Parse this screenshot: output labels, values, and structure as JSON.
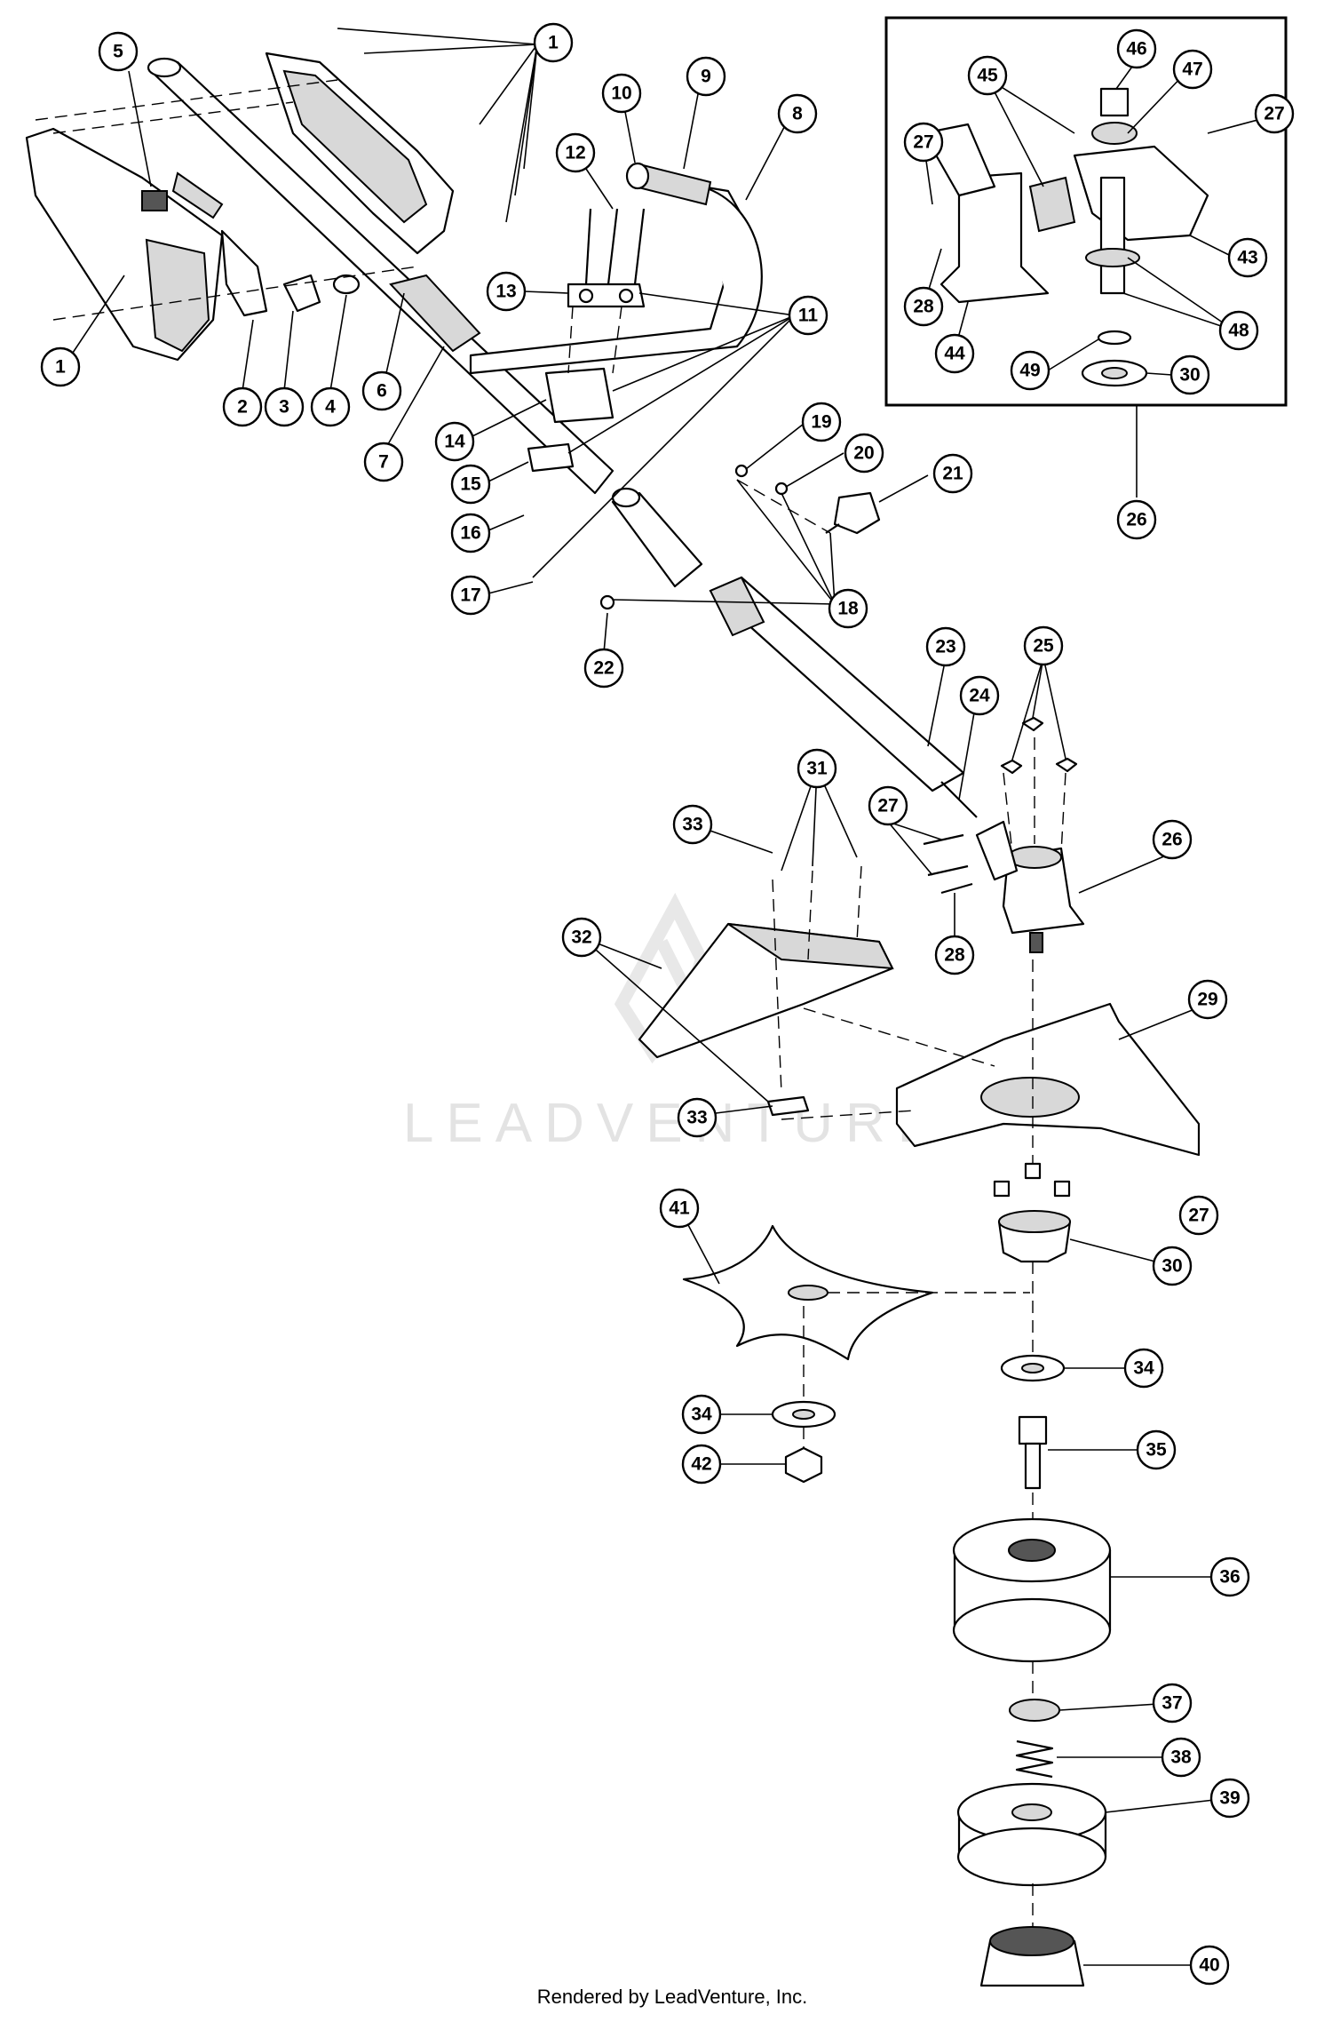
{
  "watermark": "LEADVENTURE",
  "footer": "Rendered by LeadVenture, Inc.",
  "callouts": [
    {
      "num": "1"
    },
    {
      "num": "1"
    },
    {
      "num": "2"
    },
    {
      "num": "3"
    },
    {
      "num": "4"
    },
    {
      "num": "5"
    },
    {
      "num": "6"
    },
    {
      "num": "7"
    },
    {
      "num": "8"
    },
    {
      "num": "9"
    },
    {
      "num": "10"
    },
    {
      "num": "11"
    },
    {
      "num": "12"
    },
    {
      "num": "13"
    },
    {
      "num": "14"
    },
    {
      "num": "15"
    },
    {
      "num": "16"
    },
    {
      "num": "17"
    },
    {
      "num": "18"
    },
    {
      "num": "19"
    },
    {
      "num": "20"
    },
    {
      "num": "21"
    },
    {
      "num": "22"
    },
    {
      "num": "23"
    },
    {
      "num": "24"
    },
    {
      "num": "25"
    },
    {
      "num": "26"
    },
    {
      "num": "27"
    },
    {
      "num": "28"
    },
    {
      "num": "29"
    },
    {
      "num": "30"
    },
    {
      "num": "31"
    },
    {
      "num": "32"
    },
    {
      "num": "33"
    },
    {
      "num": "33"
    },
    {
      "num": "34"
    },
    {
      "num": "34"
    },
    {
      "num": "35"
    },
    {
      "num": "36"
    },
    {
      "num": "37"
    },
    {
      "num": "38"
    },
    {
      "num": "39"
    },
    {
      "num": "40"
    },
    {
      "num": "41"
    },
    {
      "num": "42"
    },
    {
      "num": "27"
    },
    {
      "num": "26"
    },
    {
      "num": "46"
    },
    {
      "num": "45"
    },
    {
      "num": "47"
    },
    {
      "num": "27"
    },
    {
      "num": "27"
    },
    {
      "num": "28"
    },
    {
      "num": "43"
    },
    {
      "num": "44"
    },
    {
      "num": "48"
    },
    {
      "num": "49"
    },
    {
      "num": "30"
    }
  ]
}
